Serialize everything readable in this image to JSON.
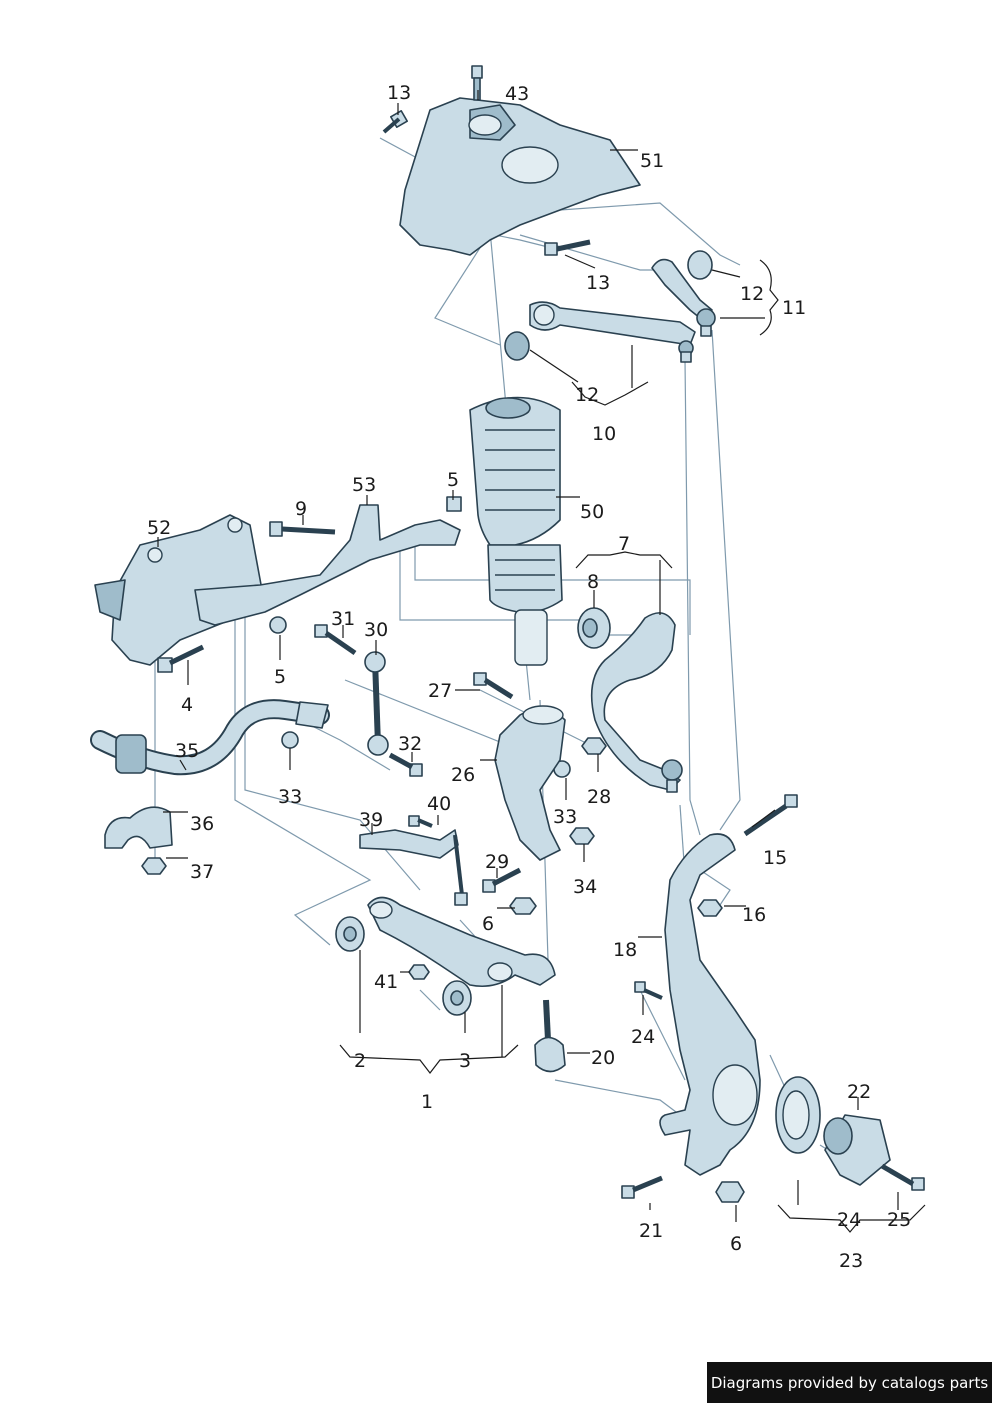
{
  "callouts": {
    "c1": "1",
    "c2": "2",
    "c3": "3",
    "c4": "4",
    "c5a": "5",
    "c5b": "5",
    "c6a": "6",
    "c6b": "6",
    "c7": "7",
    "c8": "8",
    "c9": "9",
    "c10": "10",
    "c11": "11",
    "c12a": "12",
    "c12b": "12",
    "c13a": "13",
    "c13b": "13",
    "c15": "15",
    "c16": "16",
    "c18": "18",
    "c20": "20",
    "c21": "21",
    "c22": "22",
    "c23": "23",
    "c24a": "24",
    "c24b": "24",
    "c25": "25",
    "c26": "26",
    "c27": "27",
    "c28": "28",
    "c29": "29",
    "c30": "30",
    "c31": "31",
    "c32": "32",
    "c33a": "33",
    "c33b": "33",
    "c34": "34",
    "c35": "35",
    "c36": "36",
    "c37": "37",
    "c39": "39",
    "c40": "40",
    "c41": "41",
    "c43": "43",
    "c50": "50",
    "c51": "51",
    "c52": "52",
    "c53": "53"
  },
  "footer": {
    "text": "Diagrams provided by catalogs parts"
  },
  "colors": {
    "part_fill": "#c9dce6",
    "part_stroke": "#2a4150",
    "guide": "#7f9aad",
    "footer_bg": "#111111"
  }
}
